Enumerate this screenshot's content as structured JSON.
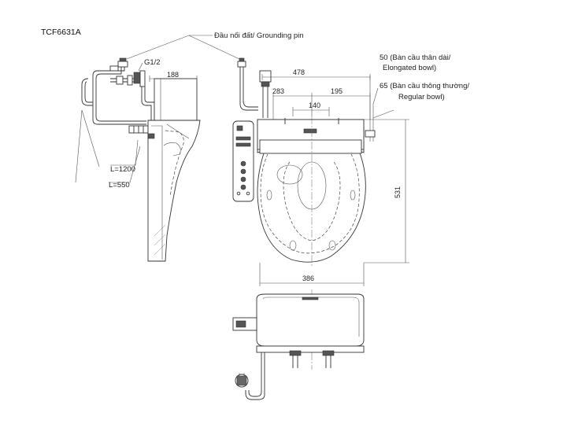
{
  "model": "TCF6631A",
  "labels": {
    "grounding": "Đầu nối đất/ Grounding pin",
    "thread": "G1/2",
    "hose_long": "L=1200",
    "hose_short": "L=550",
    "elongated_line1": "50 (Bàn cầu thân dài/",
    "elongated_line2": "Elongated bowl)",
    "regular_line1": "65 (Bàn cầu thông thường/",
    "regular_line2": "Regular bowl)"
  },
  "dimensions": {
    "side_depth": "188",
    "total_length": "478",
    "rear_offset": "283",
    "front_offset": "195",
    "center_spacing": "140",
    "seat_length": "531",
    "seat_width": "386"
  }
}
